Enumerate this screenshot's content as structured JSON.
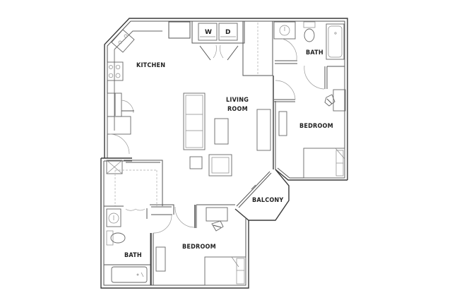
{
  "plan": {
    "background": "#ffffff",
    "wall_color": "#3a3a3a",
    "rooms": {
      "kitchen": {
        "label": "KITCHEN"
      },
      "living_room": {
        "line1": "LIVING",
        "line2": "ROOM"
      },
      "bedroom_right": {
        "label": "BEDROOM"
      },
      "bath_top": {
        "label": "BATH"
      },
      "balcony": {
        "label": "BALCONY"
      },
      "bedroom_bottom": {
        "label": "BEDROOM"
      },
      "bath_bottom": {
        "label": "BATH"
      }
    },
    "appliances": {
      "washer": {
        "label": "W"
      },
      "dryer": {
        "label": "D"
      }
    }
  }
}
